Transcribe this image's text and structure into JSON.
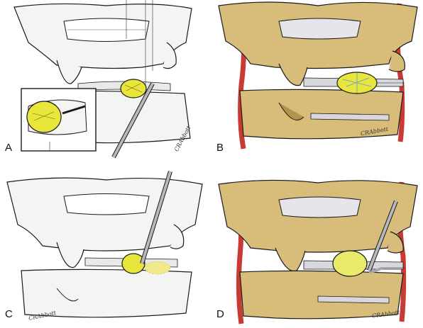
{
  "panels": [
    {
      "label": "A",
      "signature": "CRAbbott"
    },
    {
      "label": "B",
      "signature": "CRAbbott"
    },
    {
      "label": "C",
      "signature": "CRAbbott"
    },
    {
      "label": "D",
      "signature": "CRAbbott"
    }
  ],
  "colors": {
    "bone_fill_drawn": "#f4f4f2",
    "bone_fill_colored": "#d8bd7a",
    "bone_shadow_colored": "#b5924a",
    "disc_fragment": "#e8e63a",
    "artery": "#c83b35",
    "instrument": "#b8b8bc",
    "outline": "#1a1a1a"
  }
}
